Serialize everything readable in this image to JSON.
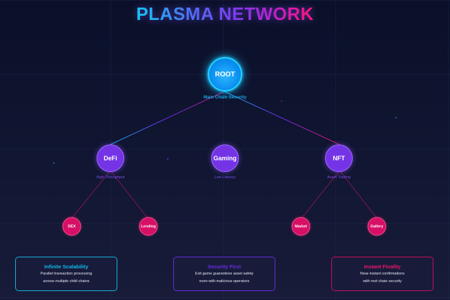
{
  "title": "PLASMA NETWORK",
  "colors": {
    "background": "#0b1029",
    "root": "#0a8ef0",
    "mid": "#7434e6",
    "leaf": "#d70f66",
    "accent_cyan": "#12c8f2",
    "accent_purple": "#7b3cf0",
    "accent_pink": "#ff1470"
  },
  "tree": {
    "root": {
      "label": "ROOT",
      "caption": "Main Chain Security"
    },
    "children": [
      {
        "label": "DeFi",
        "caption": "High Throughput",
        "children": [
          {
            "label": "DEX"
          },
          {
            "label": "Lending"
          }
        ]
      },
      {
        "label": "Gaming",
        "caption": "Low Latency",
        "children": []
      },
      {
        "label": "NFT",
        "caption": "Asset Trading",
        "children": [
          {
            "label": "Market"
          },
          {
            "label": "Gallery"
          }
        ]
      }
    ]
  },
  "features": [
    {
      "title": "Infinite Scalability",
      "lines": [
        "Parallel transaction processing",
        "across multiple child chains"
      ],
      "color": "#12b8e8"
    },
    {
      "title": "Security First",
      "lines": [
        "Exit game guarantees asset safety",
        "even with malicious operators"
      ],
      "color": "#6a2be8"
    },
    {
      "title": "Instant Finality",
      "lines": [
        "Near-instant confirmations",
        "with root chain security"
      ],
      "color": "#f0146a"
    }
  ]
}
